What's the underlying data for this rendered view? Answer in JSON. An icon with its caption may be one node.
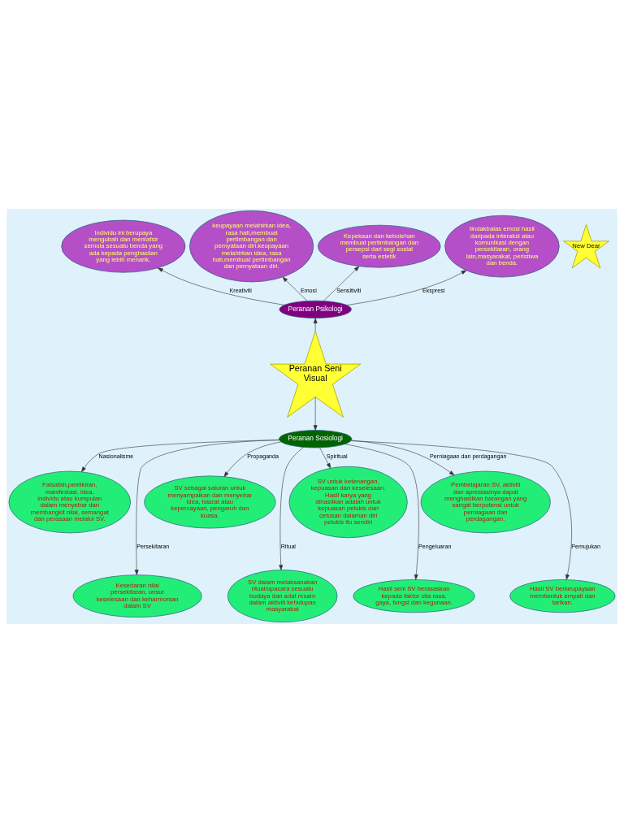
{
  "diagram": {
    "nodes": [
      {
        "text": [
          "Peranan Seni Visual"
        ]
      },
      {
        "text": [
          "Peranan Psikologi"
        ]
      },
      {
        "text": [
          "Individu ini berupaya mengubah dan mentafsir semula sesuatu benda yang ada kepada penghasilan yang lebih menarik."
        ]
      },
      {
        "text": [
          "keupayaan melahirkan idea, rasa hati,membuat pertimbangan dan pernyataan diri.keupayaan melahirkan idea, rasa hati,membuat pertimbangan dan pernyataan diri."
        ]
      },
      {
        "text": [
          "Kepekaan dan kebolehan membuat pertimbangan dan persepsi dari segi sosial serta estetik"
        ]
      },
      {
        "text": [
          "tindakbalas emosi hasil daripada interaksi atau komunikasi dengan persekitaran, orang lain,masyarakat, peristiwa dan benda."
        ]
      },
      {
        "text": [
          "Peranan Sosiologi"
        ]
      },
      {
        "text": [
          "Falsafah,pemikiran, manifestasi, idea, individu atau kumpulan dalam menyebar dan membangkit nilai, semangat dan perasaan melalui SV."
        ]
      },
      {
        "text": [
          "Kesedaran nilai persekitaran, unsur keselesaan dan keharmonian dalam SV"
        ]
      },
      {
        "text": [
          "SV sebagai saluran untuk menyampaikan dan menyebar idea, hasrat atau kepercayaan, pengaruh dan kuasa."
        ]
      },
      {
        "text": [
          "SV dalam melaksanakan ritual/upacara sesuatu budaya dan adat resam dalam aktiviti kehidupan masyarakat"
        ]
      },
      {
        "text": [
          "SV untuk ketenangan, kepuasan dan keselesaan. Hasil karya yang dihasilkan adalah untuk kepuasan pelukis dari cetusan dalaman diri pelukis itu sendiri"
        ]
      },
      {
        "text": [
          "Hasil seni SV berasaskan kepada faktor cita rasa, gaya, fungsi dan kegunaan."
        ]
      },
      {
        "text": [
          "Pembelajaran SV, aktiviti dan apresiasinya dapat menghasilkan barangan yang sangat berpotensi untuk perniagaan dan perdagangan."
        ]
      },
      {
        "text": [
          "Hasil SV berkeupayaan membentuk empati dan tarikan."
        ]
      },
      {
        "text": [
          "New Dear"
        ]
      }
    ],
    "edges": [
      {
        "from": 0,
        "to": 1,
        "arrow": "to"
      },
      {
        "from": 0,
        "to": 6,
        "arrow": "to"
      },
      {
        "from": 1,
        "to": 2,
        "arrow": "to",
        "label": "Kreativiti"
      },
      {
        "from": 1,
        "to": 3,
        "arrow": "to",
        "label": "Emosi"
      },
      {
        "from": 1,
        "to": 4,
        "arrow": "to",
        "label": "Sensitiviti"
      },
      {
        "from": 1,
        "to": 5,
        "arrow": "to",
        "label": "Ekspresi"
      },
      {
        "from": 6,
        "to": 7,
        "arrow": "to",
        "label": "Nasionalisme"
      },
      {
        "from": 6,
        "to": 8,
        "arrow": "to",
        "label": "Persekitaran"
      },
      {
        "from": 6,
        "to": 9,
        "arrow": "to",
        "label": "Propaganda"
      },
      {
        "from": 6,
        "to": 10,
        "arrow": "to",
        "label": "Ritual"
      },
      {
        "from": 6,
        "to": 11,
        "arrow": "to",
        "label": "Spiritual"
      },
      {
        "from": 6,
        "to": 12,
        "arrow": "to",
        "label": "Pengeluaran"
      },
      {
        "from": 6,
        "to": 13,
        "arrow": "to",
        "label": "Perniagaan dan perdagangan"
      },
      {
        "from": 6,
        "to": 14,
        "arrow": "to",
        "label": "Pemujukan"
      }
    ]
  }
}
